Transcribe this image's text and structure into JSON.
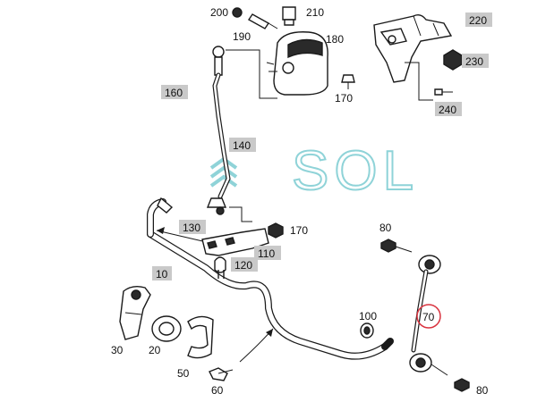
{
  "watermark": {
    "text": "SOL",
    "color": "#8fd3d8"
  },
  "callouts": [
    {
      "id": "200",
      "label": "200",
      "boxed": false
    },
    {
      "id": "210",
      "label": "210",
      "boxed": false
    },
    {
      "id": "190",
      "label": "190",
      "boxed": false
    },
    {
      "id": "180",
      "label": "180",
      "boxed": false
    },
    {
      "id": "220",
      "label": "220",
      "boxed": true
    },
    {
      "id": "230",
      "label": "230",
      "boxed": true
    },
    {
      "id": "160",
      "label": "160",
      "boxed": true
    },
    {
      "id": "170a",
      "label": "170",
      "boxed": false
    },
    {
      "id": "240",
      "label": "240",
      "boxed": true
    },
    {
      "id": "140",
      "label": "140",
      "boxed": true
    },
    {
      "id": "130",
      "label": "130",
      "boxed": true
    },
    {
      "id": "170b",
      "label": "170",
      "boxed": false
    },
    {
      "id": "80a",
      "label": "80",
      "boxed": false
    },
    {
      "id": "110",
      "label": "110",
      "boxed": true
    },
    {
      "id": "120",
      "label": "120",
      "boxed": true
    },
    {
      "id": "10",
      "label": "10",
      "boxed": true
    },
    {
      "id": "70",
      "label": "70",
      "boxed": false,
      "circled": true,
      "circle_color": "#d9333f"
    },
    {
      "id": "100",
      "label": "100",
      "boxed": false
    },
    {
      "id": "30",
      "label": "30",
      "boxed": false
    },
    {
      "id": "20",
      "label": "20",
      "boxed": false
    },
    {
      "id": "50",
      "label": "50",
      "boxed": false
    },
    {
      "id": "60",
      "label": "60",
      "boxed": false
    },
    {
      "id": "80b",
      "label": "80",
      "boxed": false
    }
  ]
}
